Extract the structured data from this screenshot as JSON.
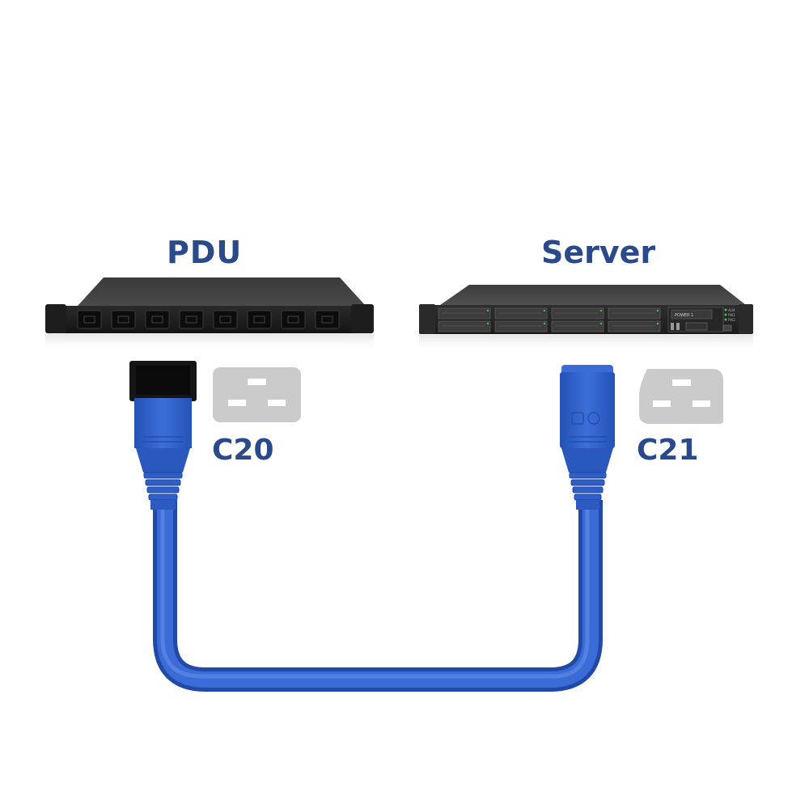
{
  "devices": {
    "pdu": {
      "title": "PDU",
      "outlet_count": 8
    },
    "server": {
      "title": "Server",
      "panel_text": "POWER 1",
      "indicators": [
        "ALM",
        "PW1",
        "PW2"
      ]
    }
  },
  "connectors": {
    "left": {
      "label": "C20"
    },
    "right": {
      "label": "C21"
    }
  },
  "colors": {
    "title_text": "#2b4a8c",
    "cable_blue": "#2f5fc6",
    "connector_icon_gray": "#cbcbcb"
  }
}
